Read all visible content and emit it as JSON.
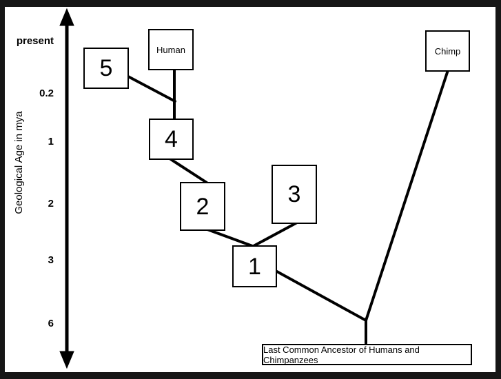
{
  "axis": {
    "title": "Geological Age in mya",
    "ticks": {
      "present": "present",
      "t0_2": "0.2",
      "t1": "1",
      "t2": "2",
      "t3": "3",
      "t6": "6"
    }
  },
  "nodes": {
    "stage5": {
      "label": "5"
    },
    "stage4": {
      "label": "4"
    },
    "stage3": {
      "label": "3"
    },
    "stage2": {
      "label": "2"
    },
    "stage1": {
      "label": "1"
    },
    "human": {
      "label": "Human"
    },
    "chimp": {
      "label": "Chimp"
    },
    "lca": {
      "label": "Last Common Ancestor of Humans and Chimpanzees"
    }
  },
  "colors": {
    "ink": "#000000",
    "canvas": "#ffffff",
    "frame": "#161616"
  }
}
